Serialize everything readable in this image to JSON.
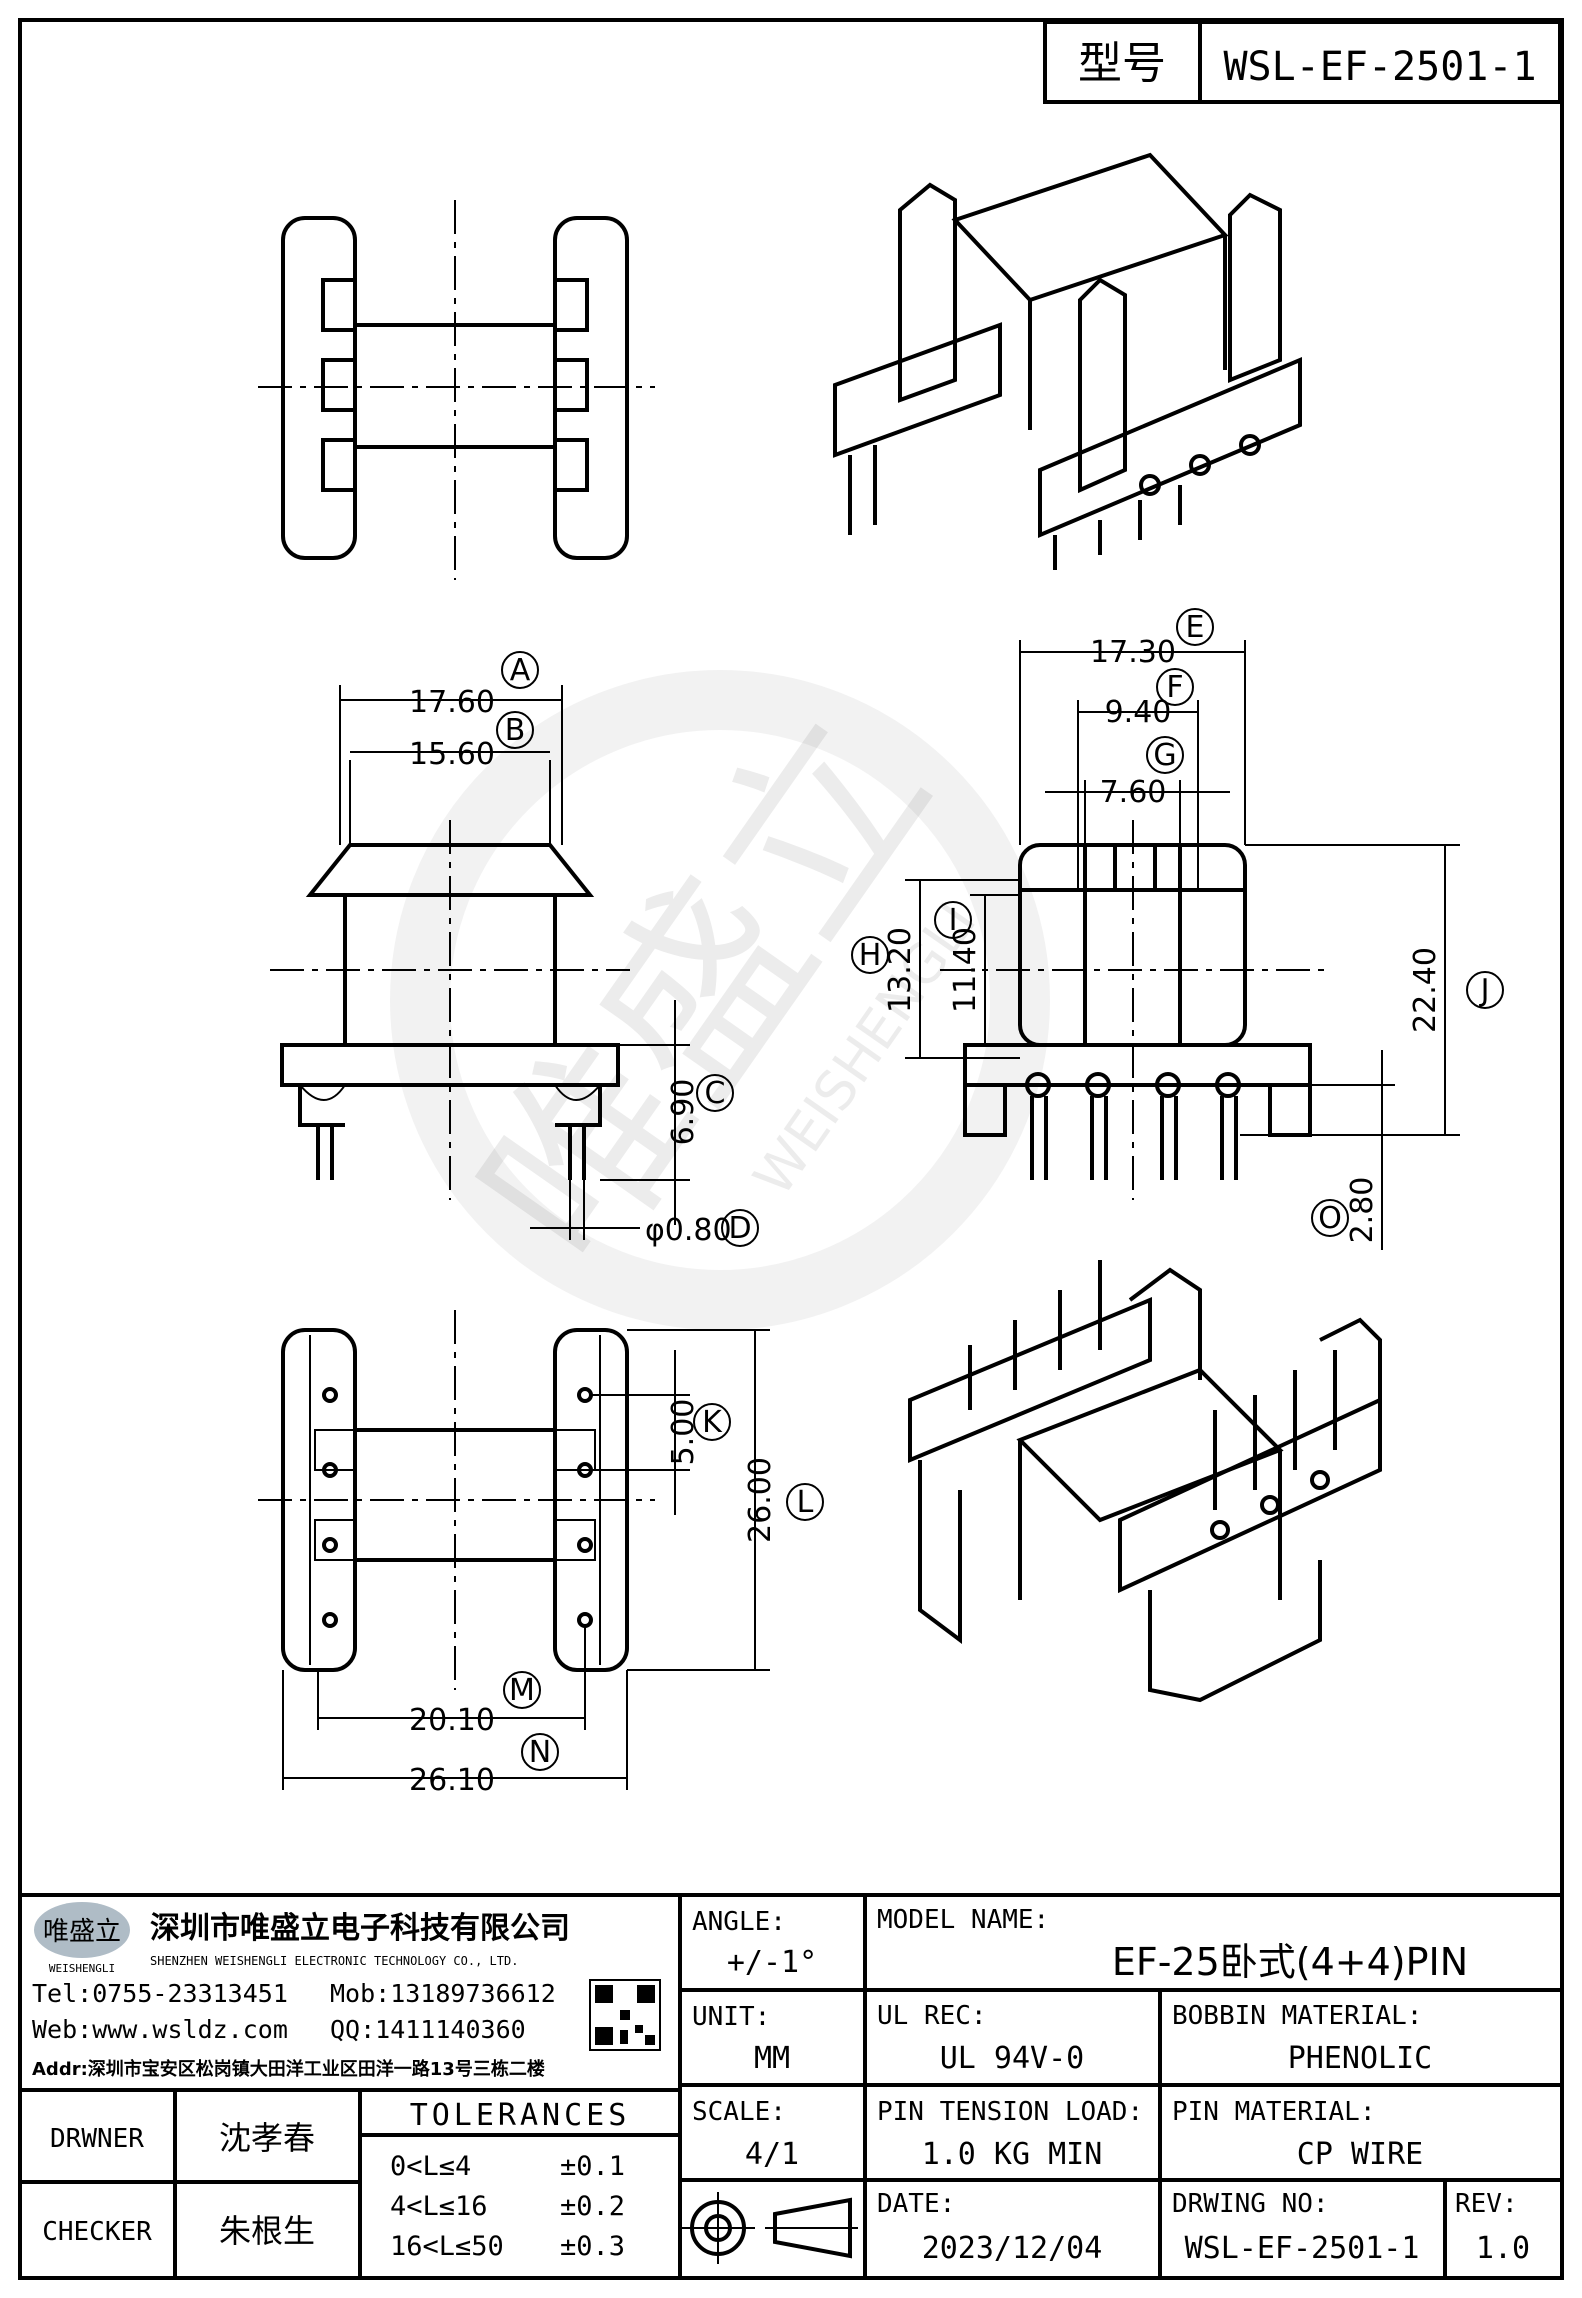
{
  "header": {
    "type_label": "型号",
    "model_code": "WSL-EF-2501-1"
  },
  "dimensions": {
    "A": "17.60",
    "B": "15.60",
    "C": "6.90",
    "D": "φ0.80",
    "E": "17.30",
    "F": "9.40",
    "G": "7.60",
    "H": "13.20",
    "I": "11.40",
    "J": "22.40",
    "O": "2.80",
    "K": "5.00",
    "L": "26.00",
    "M": "20.10",
    "N": "26.10"
  },
  "callouts": [
    "A",
    "B",
    "C",
    "D",
    "E",
    "F",
    "G",
    "H",
    "I",
    "J",
    "O",
    "K",
    "L",
    "M",
    "N"
  ],
  "watermark": {
    "cn": "唯盛立",
    "en": "WEISHENGLI"
  },
  "company": {
    "name_cn": "深圳市唯盛立电子科技有限公司",
    "name_en": "SHENZHEN WEISHENGLI ELECTRONIC TECHNOLOGY CO., LTD.",
    "logo_cn": "唯盛立",
    "logo_en": "WEISHENGLI",
    "tel": "Tel:0755-23313451",
    "mob": "Mob:13189736612",
    "web": "Web:www.wsldz.com",
    "qq": "QQ:1411140360",
    "addr": "Addr:深圳市宝安区松岗镇大田洋工业区田洋一路13号三栋二楼"
  },
  "title_block": {
    "angle_label": "ANGLE:",
    "angle_value": "+/-1°",
    "model_name_label": "MODEL NAME:",
    "model_name_value": "EF-25卧式(4+4)PIN",
    "unit_label": "UNIT:",
    "unit_value": "MM",
    "ul_label": "UL REC:",
    "ul_value": "UL 94V-0",
    "bobbin_label": "BOBBIN MATERIAL:",
    "bobbin_value": "PHENOLIC",
    "scale_label": "SCALE:",
    "scale_value": "4/1",
    "tension_label": "PIN TENSION LOAD:",
    "tension_value": "1.0 KG MIN",
    "pin_label": "PIN MATERIAL:",
    "pin_value": "CP WIRE",
    "date_label": "DATE:",
    "date_value": "2023/12/04",
    "drwing_label": "DRWING NO:",
    "drwing_value": "WSL-EF-2501-1",
    "rev_label": "REV:",
    "rev_value": "1.0",
    "drwner_label": "DRWNER",
    "drwner_value": "沈孝春",
    "checker_label": "CHECKER",
    "checker_value": "朱根生",
    "tolerances_label": "TOLERANCES",
    "tolerances": [
      {
        "range": "0<L≤4",
        "tol": "±0.1"
      },
      {
        "range": "4<L≤16",
        "tol": "±0.2"
      },
      {
        "range": "16<L≤50",
        "tol": "±0.3"
      }
    ]
  }
}
